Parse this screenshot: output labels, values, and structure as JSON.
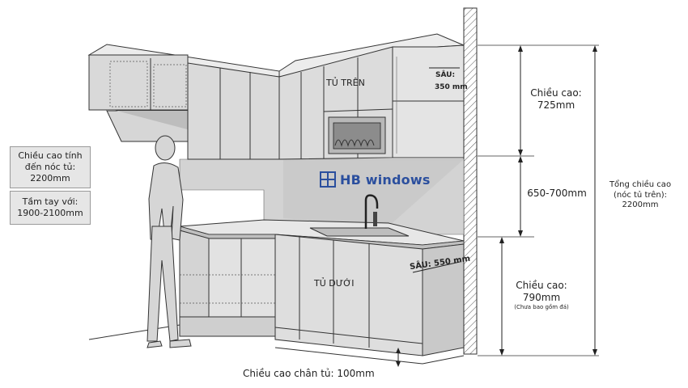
{
  "labels": {
    "upper_cabinet": "TỦ TRÊN",
    "lower_cabinet": "TỦ DƯỚI",
    "upper_depth_1": "SÂU:",
    "upper_depth_2": "350 mm",
    "lower_depth": "SÂU: 550 mm"
  },
  "left_boxes": {
    "total_height_1": "Chiều cao tính",
    "total_height_2": "đến nóc tủ:",
    "total_height_3": "2200mm",
    "reach_1": "Tầm tay với:",
    "reach_2": "1900-2100mm"
  },
  "dimensions": {
    "upper_height_1": "Chiều cao:",
    "upper_height_2": "725mm",
    "gap": "650-700mm",
    "lower_height_1": "Chiều cao:",
    "lower_height_2": "790mm",
    "lower_note": "(Chưa bao gồm đá)",
    "plinth": "Chiều cao chân tủ: 100mm",
    "total_1": "Tổng chiều cao",
    "total_2": "(nóc tủ trên):",
    "total_3": "2200mm"
  },
  "logo": {
    "text": "HB windows"
  },
  "colors": {
    "line": "#2a2a2a",
    "fill": "#d8d8d8",
    "wall": "#cfcfcf",
    "logo": "#2b4f9e"
  }
}
